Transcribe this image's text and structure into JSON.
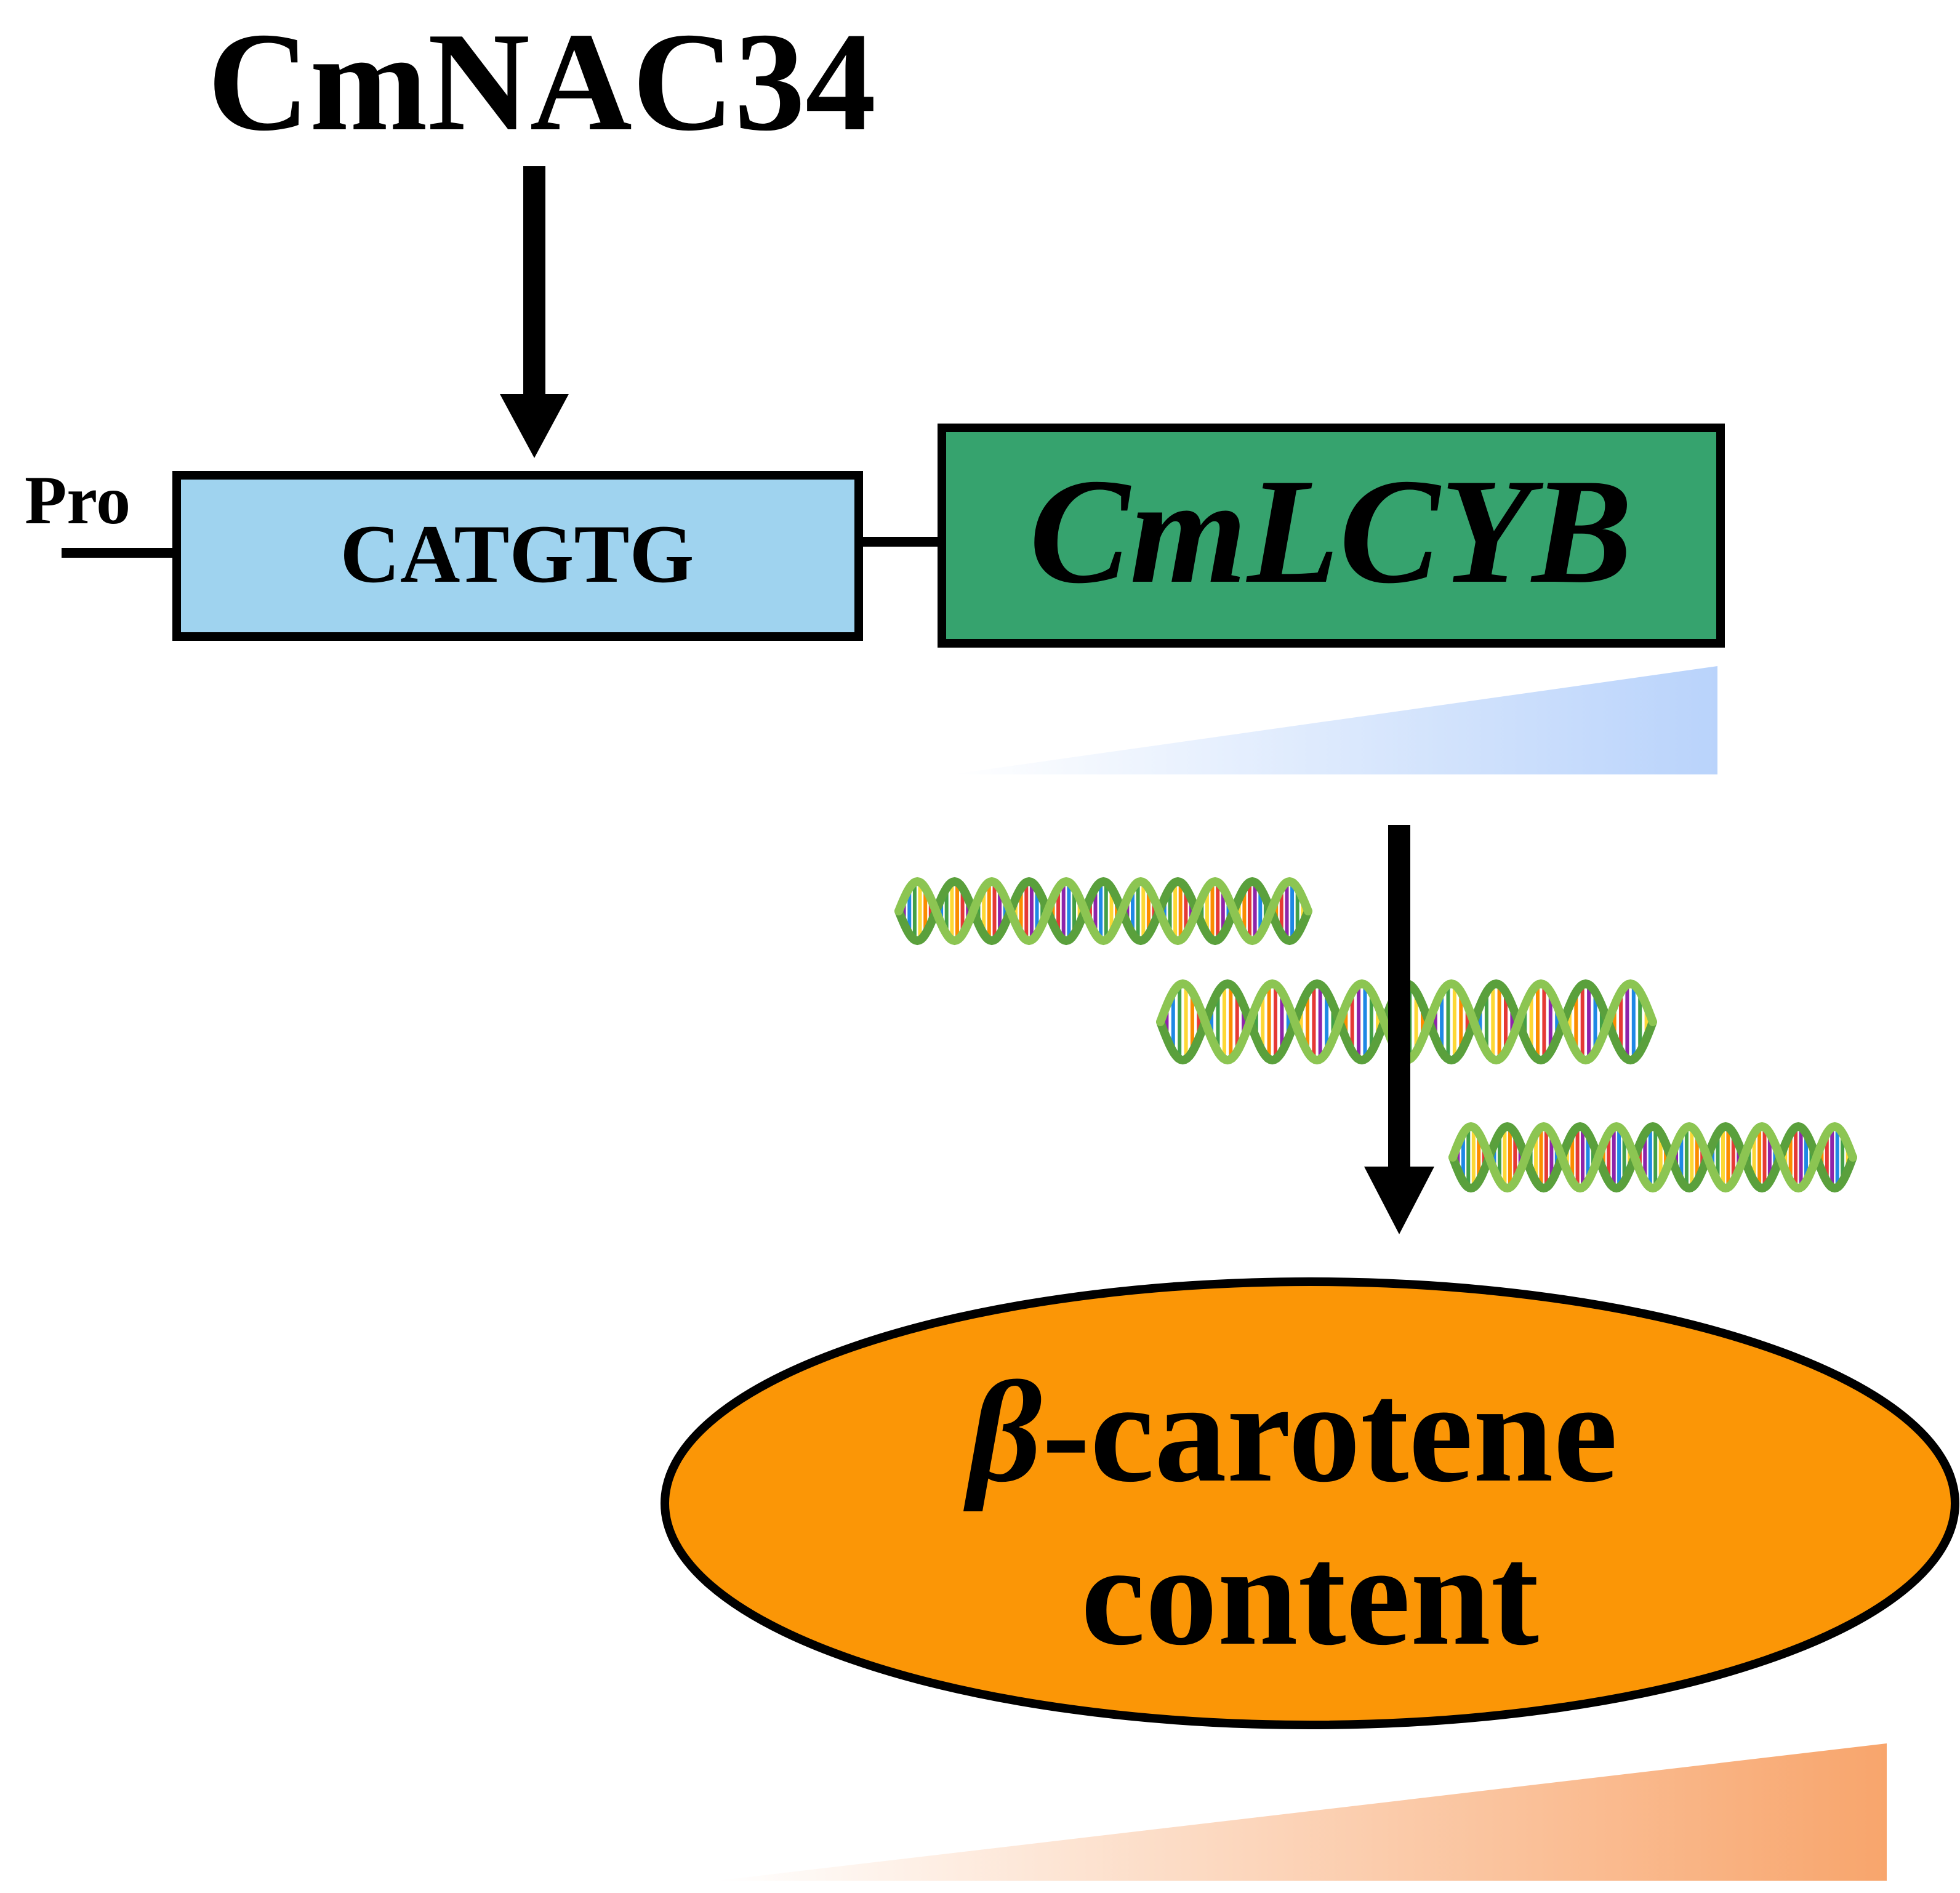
{
  "regulator": {
    "label": "CmNAC34"
  },
  "promoter": {
    "label": "Pro",
    "motif": "CATGTG",
    "box_color": "#9fd3ef"
  },
  "gene": {
    "label": "CmLCYB",
    "box_color": "#36a36e"
  },
  "expression_wedge": {
    "color": "#b9d3fb"
  },
  "dna_icons": [
    {
      "name": "dna-helix-icon"
    },
    {
      "name": "dna-helix-icon"
    },
    {
      "name": "dna-helix-icon"
    }
  ],
  "product": {
    "symbol": "β",
    "line1_rest": "-carotene",
    "line2": "content",
    "ellipse_color": "#fb9606"
  },
  "content_wedge": {
    "color": "#f8a56c"
  }
}
